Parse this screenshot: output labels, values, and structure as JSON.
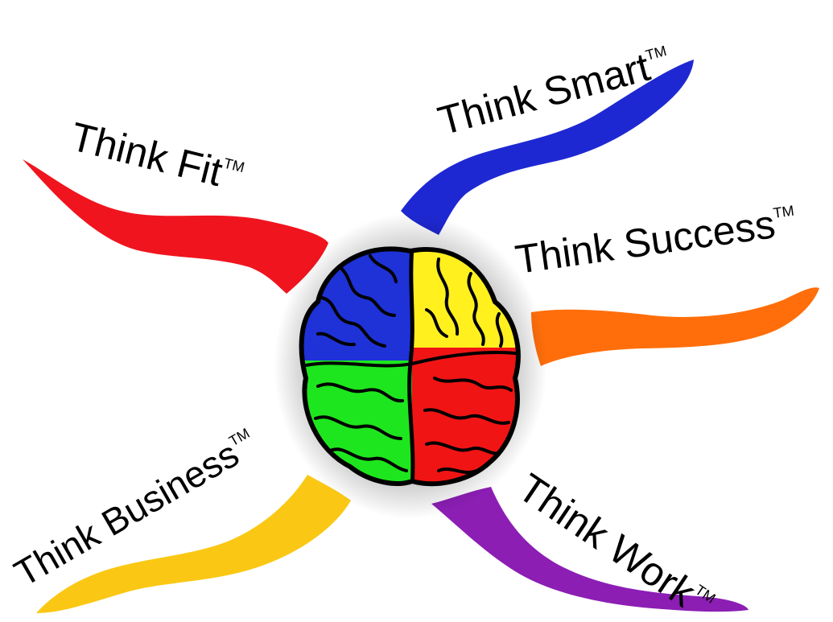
{
  "colors": {
    "fit": "#f0141e",
    "smart": "#1e28d2",
    "success": "#ff6e0a",
    "business": "#fac814",
    "work": "#8c1eb4",
    "brain_blue": "#1e32d7",
    "brain_yellow": "#fff01e",
    "brain_green": "#1ee61e",
    "brain_red": "#f01414",
    "outline": "#000000"
  },
  "branches": [
    {
      "id": "fit",
      "word": "Think",
      "name": "Fit",
      "mark": "TM"
    },
    {
      "id": "smart",
      "word": "Think",
      "name": "Smart",
      "mark": "TM"
    },
    {
      "id": "success",
      "word": "Think",
      "name": "Success",
      "mark": "TM"
    },
    {
      "id": "business",
      "word": "Think",
      "name": "Business",
      "mark": "TM"
    },
    {
      "id": "work",
      "word": "Think",
      "name": "Work",
      "mark": "TM"
    }
  ]
}
